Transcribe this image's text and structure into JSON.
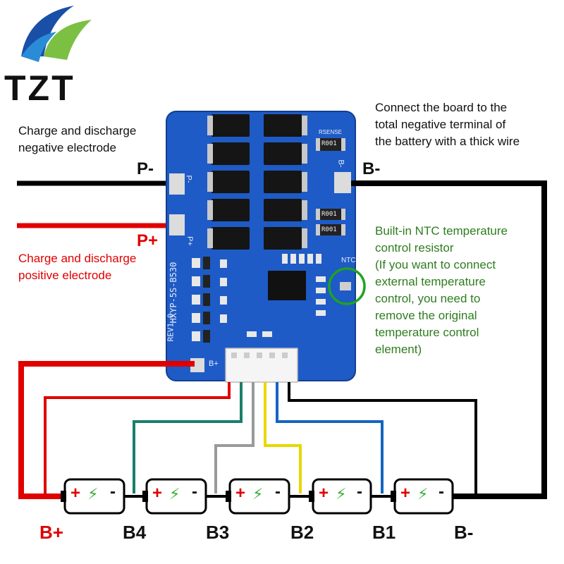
{
  "brand": {
    "logo_text": "TZT"
  },
  "notes": {
    "neg_electrode": [
      "Charge and discharge",
      "negative electrode"
    ],
    "pos_electrode": [
      "Charge and discharge",
      "positive electrode"
    ],
    "connect_board": [
      "Connect the board to the",
      "total negative terminal of",
      "the battery with a thick wire"
    ],
    "ntc": [
      "Built-in NTC temperature",
      "control resistor",
      "(If you want to connect",
      "external temperature",
      "control, you need to",
      "remove the original",
      "temperature control",
      "element)"
    ]
  },
  "terminals": {
    "p_minus": "P-",
    "p_plus": "P+",
    "b_minus_top": "B-"
  },
  "board": {
    "model": "HXYP-5S-B530",
    "rev": "REV1.0",
    "rsense": "RSENSE",
    "pad_labels": [
      "P-",
      "P+",
      "B+",
      "B-",
      "NTC"
    ],
    "resistor_marks": [
      "R001",
      "R001",
      "R001"
    ]
  },
  "battery_labels": [
    "B+",
    "B4",
    "B3",
    "B2",
    "B1",
    "B-"
  ],
  "cell_symbols": {
    "plus": "+",
    "minus": "-",
    "bolt": "⚡"
  },
  "colors": {
    "board": "#1e5bc6",
    "wire_black": "#000000",
    "wire_red": "#e00000",
    "wire_green": "#1a7f6a",
    "wire_gray": "#9a9a9a",
    "wire_yellow": "#e8d800",
    "wire_blue": "#1565c0",
    "ntc_circle": "#1fa31f"
  }
}
